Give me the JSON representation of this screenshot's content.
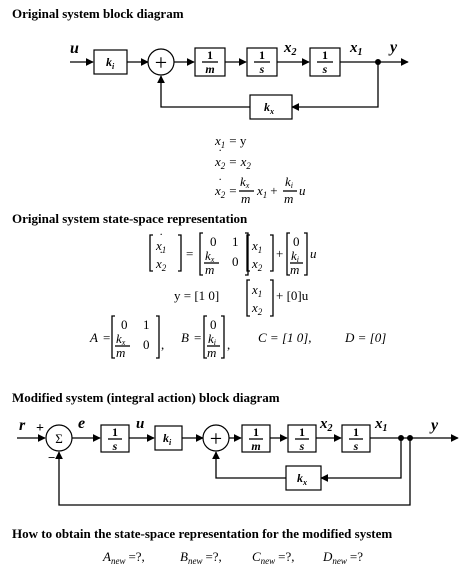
{
  "titles": {
    "original_block": "Original system block diagram",
    "original_ss": "Original system state-space representation",
    "modified_block": "Modified system (integral action) block diagram",
    "how_to": "How to obtain the state-space representation for the modified system"
  },
  "diagram1": {
    "input": "u",
    "gain_ki": "k",
    "gain_ki_sub": "i",
    "sum_sign": "+",
    "one": "1",
    "m": "m",
    "s": "s",
    "x2": "x",
    "x2_sub": "2",
    "x1": "x",
    "x1_sub": "1",
    "output": "y",
    "feedback_kx": "k",
    "feedback_kx_sub": "x"
  },
  "state_eqs": {
    "eq1_lhs": "x",
    "eq1_lhs_sub": "1",
    "eq1_rhs": "= y",
    "eq2_lhs": "x",
    "eq2_lhs_sub": "2",
    "eq2_rhs": "x",
    "eq2_rhs_sub": "2",
    "eq3_lhs": "x",
    "eq3_lhs_sub": "2"
  },
  "matrices": {
    "A_label": "A",
    "B_label": "B",
    "C_label": "C = [1    0],",
    "D_label": "D = [0]",
    "y_label": "y = [1    0]",
    "plus_zero_u": "+ [0]u",
    "zero": "0",
    "one": "1",
    "u": "u"
  },
  "diagram2": {
    "ref": "r",
    "plus": "+",
    "minus": "−",
    "sigma": "Σ",
    "error": "e",
    "u": "u",
    "one": "1",
    "s": "s",
    "m": "m",
    "gain_ki": "k",
    "gain_ki_sub": "i",
    "x2": "x",
    "x2_sub": "2",
    "x1": "x",
    "x1_sub": "1",
    "output": "y",
    "feedback_kx": "k",
    "feedback_kx_sub": "x"
  },
  "unknowns": {
    "a": "A",
    "a_sub": "new",
    "b": "B",
    "b_sub": "new",
    "c": "C",
    "c_sub": "new",
    "d": "D",
    "d_sub": "new",
    "q": "=?,",
    "q_last": "=?"
  }
}
